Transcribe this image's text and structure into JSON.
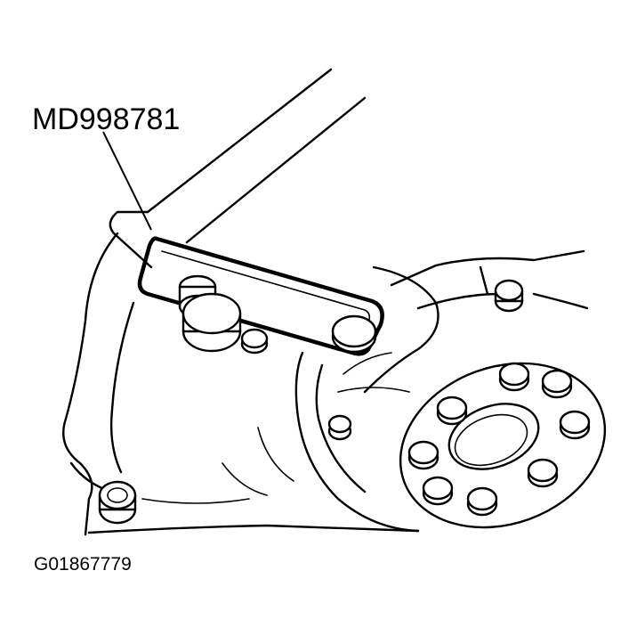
{
  "diagram": {
    "callout_label": "MD998781",
    "figure_id": "G01867779"
  },
  "icons": [
    "engine-housing-outline",
    "special-tool-bracket",
    "flange-bolt-pattern"
  ]
}
